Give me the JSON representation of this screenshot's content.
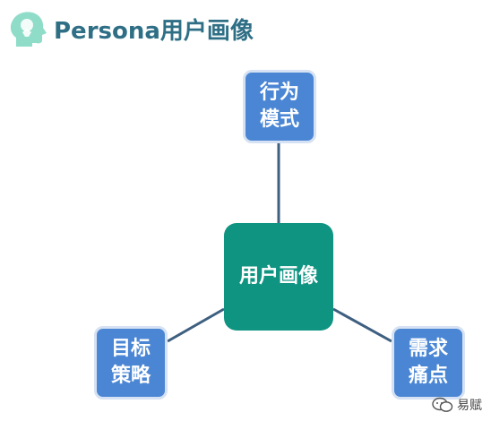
{
  "header": {
    "title": "Persona用户画像",
    "logo": "head-silhouette-icon"
  },
  "diagram": {
    "center": {
      "label": "用户画像",
      "color": "#109482"
    },
    "nodes": {
      "top": {
        "line1": "行为",
        "line2": "模式"
      },
      "left": {
        "line1": "目标",
        "line2": "策略"
      },
      "right": {
        "line1": "需求",
        "line2": "痛点"
      }
    },
    "node_color": "#4a86d4",
    "connector_color": "#3e5f80"
  },
  "watermark": {
    "text": "易赋",
    "icon": "wechat-icon"
  }
}
